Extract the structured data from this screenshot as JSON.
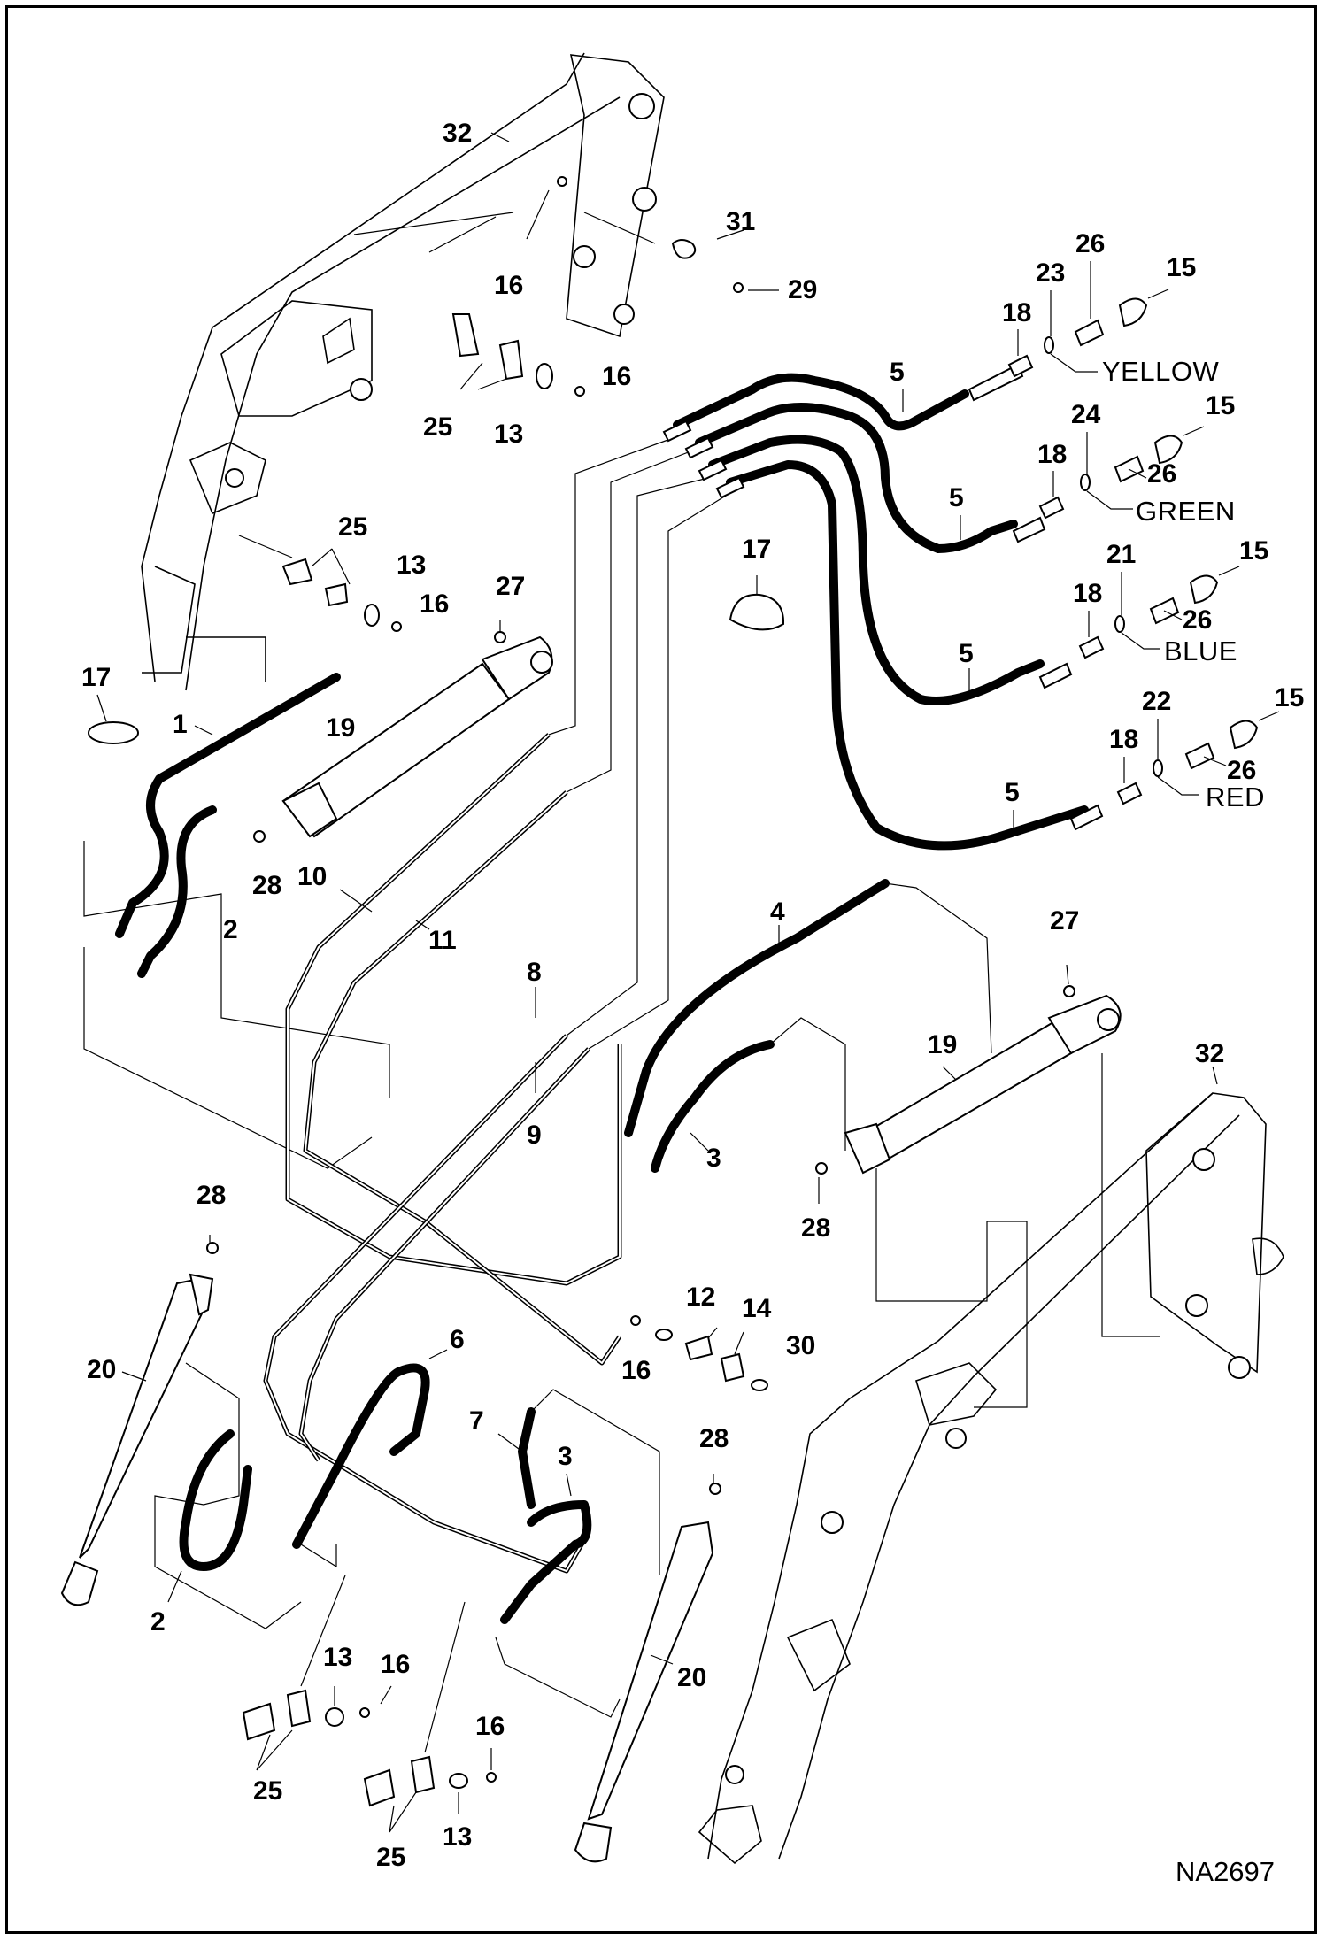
{
  "drawing_number": "NA2697",
  "colors": {
    "ink": "#000000",
    "paper": "#ffffff"
  },
  "callouts": {
    "c1": "1",
    "c2a": "2",
    "c2b": "2",
    "c3a": "3",
    "c3b": "3",
    "c4": "4",
    "c5a": "5",
    "c5b": "5",
    "c5c": "5",
    "c5d": "5",
    "c6": "6",
    "c7": "7",
    "c8": "8",
    "c9": "9",
    "c10": "10",
    "c11": "11",
    "c12": "12",
    "c13a": "13",
    "c13b": "13",
    "c13c": "13",
    "c13d": "13",
    "c14": "14",
    "c15a": "15",
    "c15b": "15",
    "c15c": "15",
    "c15d": "15",
    "c16a": "16",
    "c16b": "16",
    "c16c": "16",
    "c16d": "16",
    "c16e": "16",
    "c16f": "16",
    "c17a": "17",
    "c17b": "17",
    "c18a": "18",
    "c18b": "18",
    "c18c": "18",
    "c18d": "18",
    "c19a": "19",
    "c19b": "19",
    "c20a": "20",
    "c20b": "20",
    "c21": "21",
    "c22": "22",
    "c23": "23",
    "c24": "24",
    "c25a": "25",
    "c25b": "25",
    "c25c": "25",
    "c25d": "25",
    "c26a": "26",
    "c26b": "26",
    "c26c": "26",
    "c26d": "26",
    "c27a": "27",
    "c27b": "27",
    "c28a": "28",
    "c28b": "28",
    "c28c": "28",
    "c28d": "28",
    "c29": "29",
    "c30": "30",
    "c31": "31",
    "c32a": "32",
    "c32b": "32"
  },
  "color_tags": {
    "yellow": "YELLOW",
    "green": "GREEN",
    "blue": "BLUE",
    "red": "RED"
  }
}
